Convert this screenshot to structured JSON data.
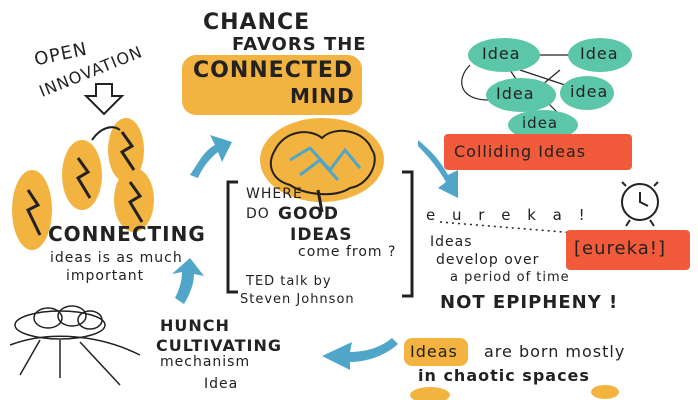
{
  "title": {
    "line1": "CHANCE",
    "line2": "FAVORS THE",
    "line3": "CONNECTED",
    "line4": "MIND"
  },
  "open_innovation": {
    "line1": "OPEN",
    "line2": "INNOVATION"
  },
  "connecting": {
    "heading": "CONNECTING",
    "line1": "ideas is as much",
    "line2": "important"
  },
  "where": {
    "line1": "WHERE",
    "line2a": "DO",
    "line2b": "GOOD",
    "line3": "IDEAS",
    "line4": "come from ?",
    "line5": "TED talk by",
    "line6": "Steven Johnson"
  },
  "ideas_cluster": {
    "items": [
      "Idea",
      "Idea",
      "Idea",
      "idea",
      "idea"
    ]
  },
  "colliding": {
    "label": "Colliding Ideas"
  },
  "eureka": {
    "spaced": "e u r e k a !",
    "badge": "[eureka!]",
    "line1": "Ideas",
    "line2": "develop over",
    "line3": "a period of time",
    "line4": "NOT EPIPHENY !"
  },
  "hunch": {
    "line1": "HUNCH",
    "line2": "CULTIVATING",
    "line3": "mechanism",
    "line4": "Idea"
  },
  "chaotic": {
    "line1a": "Ideas",
    "line1b": "are born mostly",
    "line2": "in chaotic spaces"
  },
  "colors": {
    "orange": "#f2b340",
    "red": "#f15a3b",
    "teal": "#5cc7a8",
    "blue": "#4fa6c8"
  }
}
